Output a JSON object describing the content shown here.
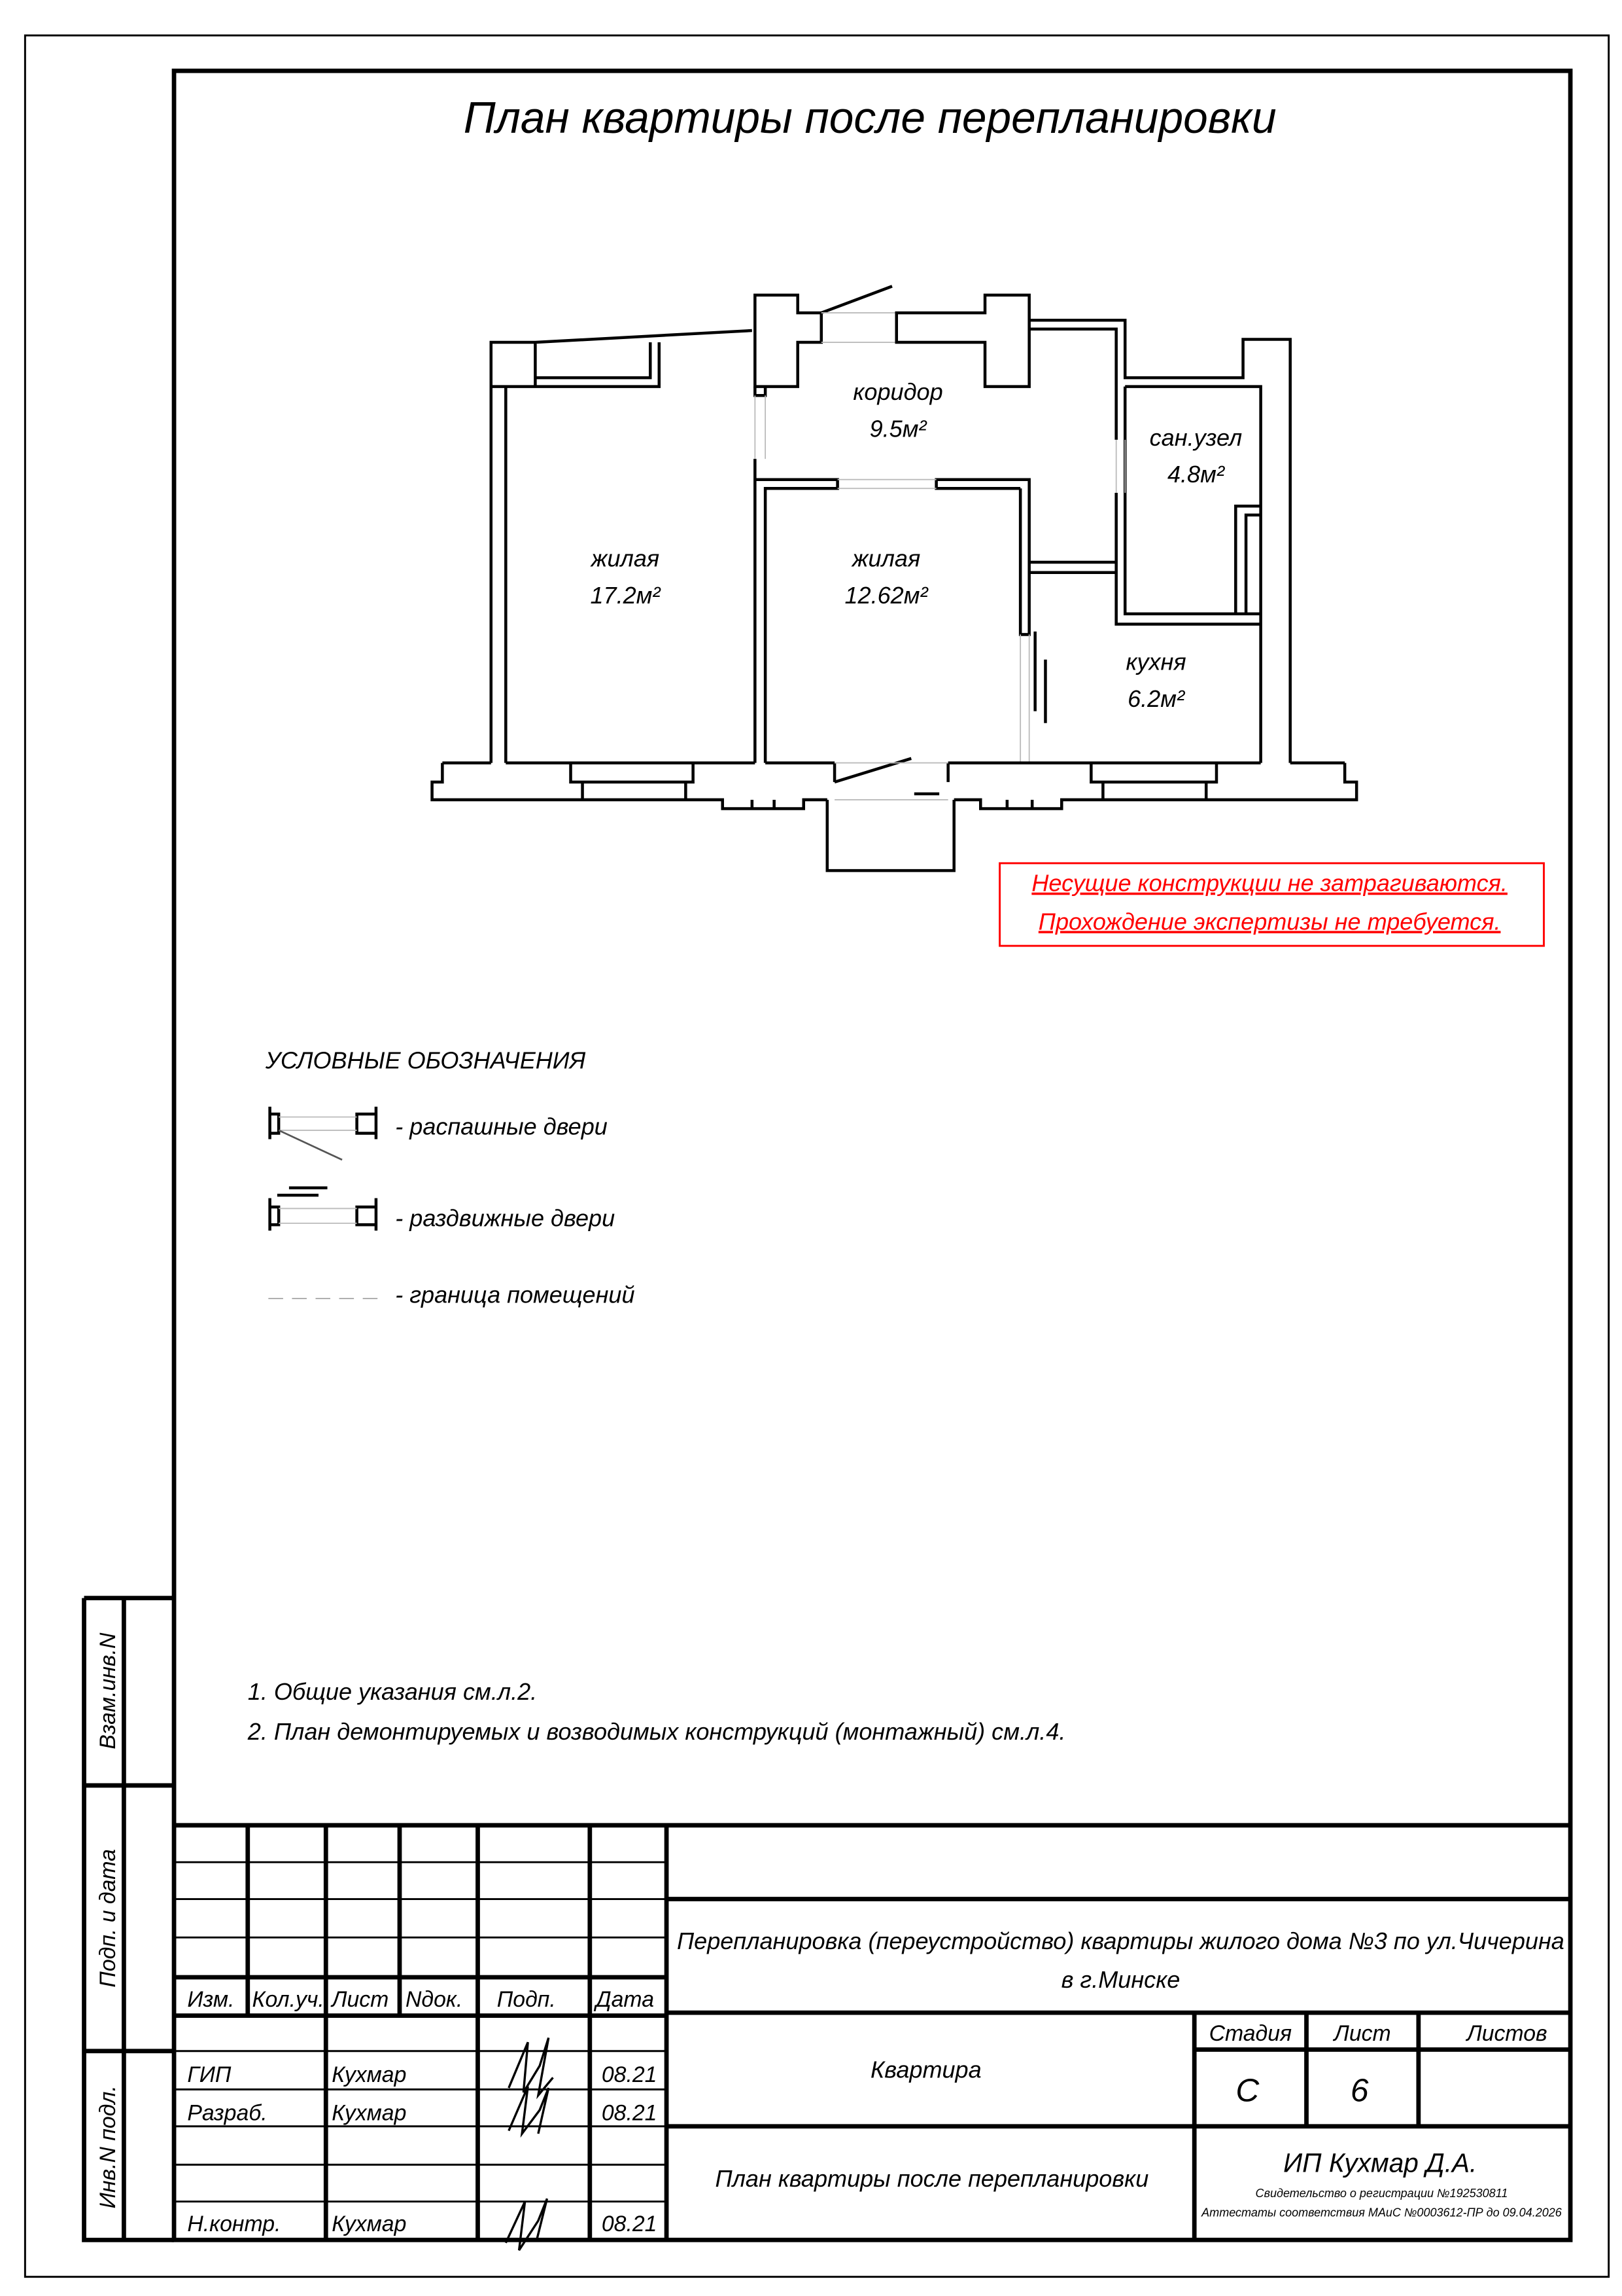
{
  "sheet_title": "План квартиры после перепланировки",
  "rooms": [
    {
      "name": "коридор",
      "area": "9.5м²"
    },
    {
      "name": "сан.узел",
      "area": "4.8м²"
    },
    {
      "name": "жилая",
      "area": "17.2м²"
    },
    {
      "name": "жилая",
      "area": "12.62м²"
    },
    {
      "name": "кухня",
      "area": "6.2м²"
    }
  ],
  "notice": {
    "line1": "Несущие конструкции не затрагиваются.",
    "line2": "Прохождение экспертизы не требуется.",
    "color": "#ff0000"
  },
  "legend": {
    "title": "УСЛОВНЫЕ ОБОЗНАЧЕНИЯ",
    "items": [
      "- распашные двери",
      "- раздвижные двери",
      "- граница помещений"
    ]
  },
  "notes": [
    "1. Общие указания см.л.2.",
    "2. План демонтируемых и возводимых конструкций (монтажный) см.л.4."
  ],
  "side_strip": {
    "vzam": "Взам.инв.N",
    "podp": "Подп. и дата",
    "inv": "Инв.N подл."
  },
  "title_block": {
    "headers": [
      "Изм.",
      "Кол.уч.",
      "Лист",
      "Nдок.",
      "Подп.",
      "Дата"
    ],
    "signers": [
      {
        "role": "ГИП",
        "name": "Кухмар",
        "date": "08.21"
      },
      {
        "role": "Разраб.",
        "name": "Кухмар",
        "date": "08.21"
      },
      {
        "role": "Н.контр.",
        "name": "Кухмар",
        "date": "08.21"
      }
    ],
    "project_line1": "Перепланировка (переустройство) квартиры  жилого дома №3 по ул.Чичерина",
    "project_line2": "в г.Минске",
    "object": "Квартира",
    "sheet_name": "План квартиры после перепланировки",
    "stage_label": "Стадия",
    "sheet_label": "Лист",
    "sheets_label": "Листов",
    "stage": "С",
    "sheet": "6",
    "sheets": "",
    "company": "ИП Кухмар Д.А.",
    "cert1": "Свидетельство о регистрации №192530811",
    "cert2": "Аттестаты соответствия МАиС №0003612-ПР до 09.04.2026"
  }
}
